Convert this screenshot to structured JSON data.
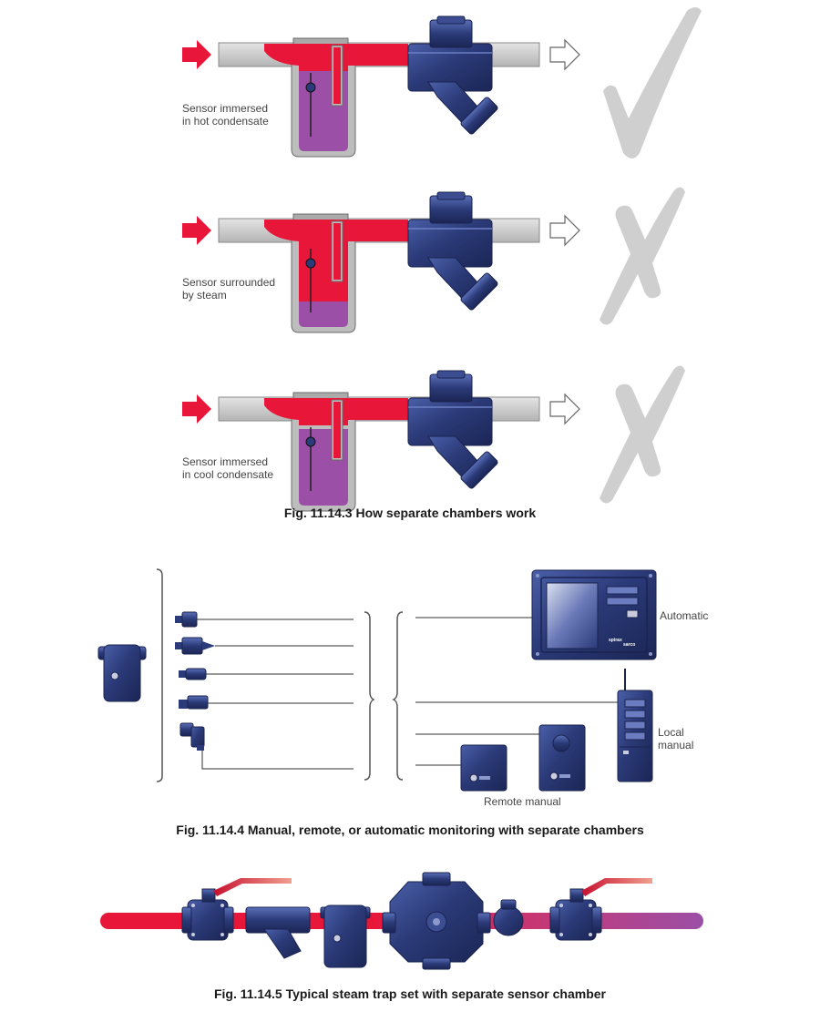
{
  "fig3": {
    "caption": "Fig. 11.14.3 How separate chambers work",
    "panels": [
      {
        "label_line1": "Sensor immersed",
        "label_line2": "in hot condensate",
        "verdict": "check"
      },
      {
        "label_line1": "Sensor surrounded",
        "label_line2": "by steam",
        "verdict": "cross"
      },
      {
        "label_line1": "Sensor immersed",
        "label_line2": "in cool condensate",
        "verdict": "cross"
      }
    ]
  },
  "fig4": {
    "caption": "Fig. 11.14.4 Manual, remote, or automatic monitoring with separate chambers",
    "automatic_label": "Automatic",
    "local_label_line1": "Local",
    "local_label_line2": "manual",
    "remote_label": "Remote manual",
    "logo_line1": "spirax",
    "logo_line2": "sarco"
  },
  "fig5": {
    "caption": "Fig. 11.14.5 Typical steam trap set with separate sensor chamber"
  },
  "colors": {
    "steam_red": "#e8173a",
    "condensate_purple": "#9b4fa6",
    "body_navy": "#2b3a78",
    "pipe_grey": "#c8c8c8",
    "mark_grey": "#cfcfcf"
  }
}
